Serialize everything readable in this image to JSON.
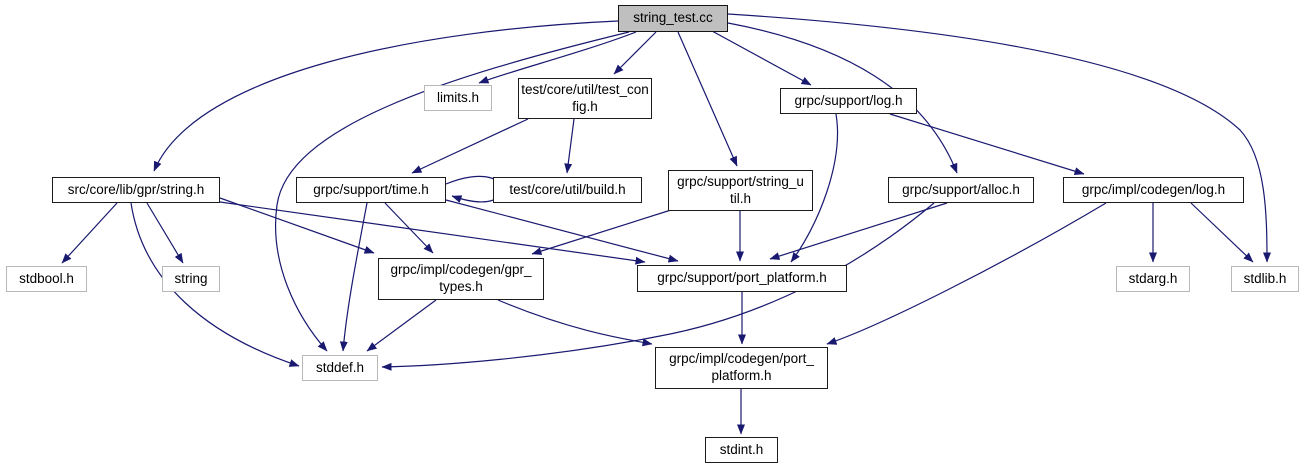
{
  "diagram": {
    "title": "string_test.cc include dependency graph",
    "type": "include-dependency-graph",
    "edge_color": "#191970",
    "root_fill": "#bfbfbf",
    "nodes": [
      {
        "id": "string_test_cc",
        "label": "string_test.cc",
        "kind": "root"
      },
      {
        "id": "limits_h",
        "label": "limits.h",
        "kind": "external"
      },
      {
        "id": "test_core_util_test_config_h",
        "label": "test/core/util/test_config.h",
        "kind": "documented"
      },
      {
        "id": "grpc_support_log_h",
        "label": "grpc/support/log.h",
        "kind": "documented"
      },
      {
        "id": "src_core_lib_gpr_string_h",
        "label": "src/core/lib/gpr/string.h",
        "kind": "documented"
      },
      {
        "id": "grpc_support_time_h",
        "label": "grpc/support/time.h",
        "kind": "documented"
      },
      {
        "id": "test_core_util_build_h",
        "label": "test/core/util/build.h",
        "kind": "documented"
      },
      {
        "id": "grpc_support_string_util_h",
        "label": "grpc/support/string_util.h",
        "kind": "documented"
      },
      {
        "id": "grpc_support_alloc_h",
        "label": "grpc/support/alloc.h",
        "kind": "documented"
      },
      {
        "id": "grpc_impl_codegen_log_h",
        "label": "grpc/impl/codegen/log.h",
        "kind": "documented"
      },
      {
        "id": "stdbool_h",
        "label": "stdbool.h",
        "kind": "external"
      },
      {
        "id": "string",
        "label": "string",
        "kind": "external"
      },
      {
        "id": "grpc_impl_codegen_gpr_types_h",
        "label": "grpc/impl/codegen/gpr_types.h",
        "kind": "documented"
      },
      {
        "id": "grpc_support_port_platform_h",
        "label": "grpc/support/port_platform.h",
        "kind": "documented"
      },
      {
        "id": "stdarg_h",
        "label": "stdarg.h",
        "kind": "external"
      },
      {
        "id": "stdlib_h",
        "label": "stdlib.h",
        "kind": "external"
      },
      {
        "id": "stddef_h",
        "label": "stddef.h",
        "kind": "external"
      },
      {
        "id": "grpc_impl_codegen_port_platform_h",
        "label": "grpc/impl/codegen/port_platform.h",
        "kind": "documented"
      },
      {
        "id": "stdint_h",
        "label": "stdint.h",
        "kind": "documented"
      }
    ],
    "edges": [
      {
        "from": "string_test_cc",
        "to": "src_core_lib_gpr_string_h"
      },
      {
        "from": "string_test_cc",
        "to": "limits_h"
      },
      {
        "from": "string_test_cc",
        "to": "test_core_util_test_config_h"
      },
      {
        "from": "string_test_cc",
        "to": "grpc_support_string_util_h"
      },
      {
        "from": "string_test_cc",
        "to": "grpc_support_log_h"
      },
      {
        "from": "string_test_cc",
        "to": "grpc_support_alloc_h"
      },
      {
        "from": "string_test_cc",
        "to": "stdlib_h"
      },
      {
        "from": "string_test_cc",
        "to": "stddef_h"
      },
      {
        "from": "test_core_util_test_config_h",
        "to": "grpc_support_time_h"
      },
      {
        "from": "test_core_util_test_config_h",
        "to": "test_core_util_build_h"
      },
      {
        "from": "grpc_support_log_h",
        "to": "grpc_impl_codegen_log_h"
      },
      {
        "from": "grpc_support_log_h",
        "to": "grpc_support_port_platform_h"
      },
      {
        "from": "src_core_lib_gpr_string_h",
        "to": "stdbool_h"
      },
      {
        "from": "src_core_lib_gpr_string_h",
        "to": "string"
      },
      {
        "from": "src_core_lib_gpr_string_h",
        "to": "stddef_h"
      },
      {
        "from": "src_core_lib_gpr_string_h",
        "to": "grpc_impl_codegen_gpr_types_h"
      },
      {
        "from": "src_core_lib_gpr_string_h",
        "to": "grpc_support_port_platform_h"
      },
      {
        "from": "grpc_support_time_h",
        "to": "grpc_support_time_h"
      },
      {
        "from": "grpc_support_time_h",
        "to": "stddef_h"
      },
      {
        "from": "grpc_support_time_h",
        "to": "grpc_impl_codegen_gpr_types_h"
      },
      {
        "from": "grpc_support_time_h",
        "to": "grpc_support_port_platform_h"
      },
      {
        "from": "grpc_support_string_util_h",
        "to": "grpc_support_port_platform_h"
      },
      {
        "from": "grpc_support_string_util_h",
        "to": "grpc_impl_codegen_gpr_types_h"
      },
      {
        "from": "grpc_support_alloc_h",
        "to": "grpc_support_port_platform_h"
      },
      {
        "from": "grpc_support_alloc_h",
        "to": "stddef_h"
      },
      {
        "from": "grpc_impl_codegen_log_h",
        "to": "stdarg_h"
      },
      {
        "from": "grpc_impl_codegen_log_h",
        "to": "stdlib_h"
      },
      {
        "from": "grpc_impl_codegen_log_h",
        "to": "grpc_impl_codegen_port_platform_h"
      },
      {
        "from": "grpc_impl_codegen_gpr_types_h",
        "to": "stddef_h"
      },
      {
        "from": "grpc_impl_codegen_gpr_types_h",
        "to": "grpc_impl_codegen_port_platform_h"
      },
      {
        "from": "grpc_support_port_platform_h",
        "to": "grpc_impl_codegen_port_platform_h"
      },
      {
        "from": "grpc_impl_codegen_port_platform_h",
        "to": "stdint_h"
      }
    ]
  }
}
